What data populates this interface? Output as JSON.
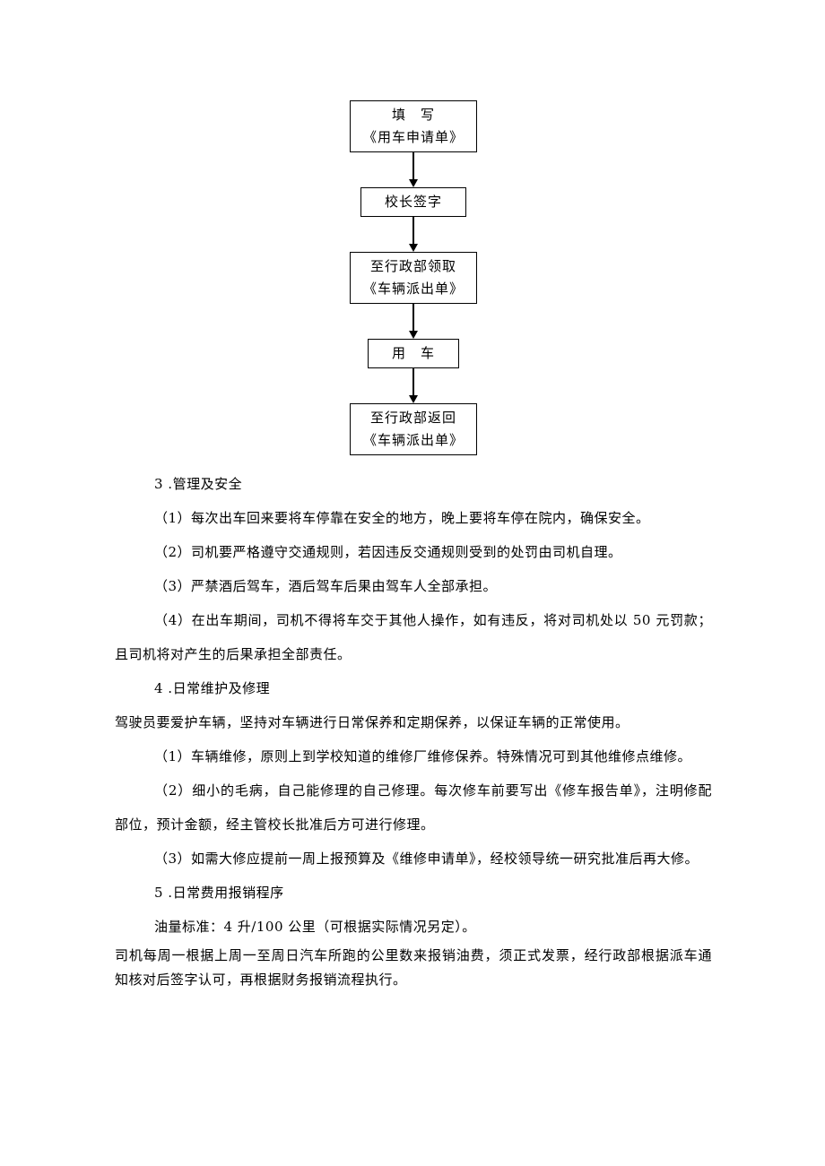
{
  "flowchart": {
    "nodes": [
      {
        "name": "fill-application-form",
        "lines": [
          "填　写",
          "《用车申请单》"
        ],
        "single": false
      },
      {
        "name": "principal-signature",
        "lines": [
          "校长签字"
        ],
        "single": true
      },
      {
        "name": "get-dispatch-form",
        "lines": [
          "至行政部领取",
          "《车辆派出单》"
        ],
        "single": false
      },
      {
        "name": "use-vehicle",
        "lines": [
          "用　车"
        ],
        "single": true
      },
      {
        "name": "return-dispatch-form",
        "lines": [
          "至行政部返回",
          "《车辆派出单》"
        ],
        "single": false
      }
    ]
  },
  "document": {
    "paragraphs": [
      {
        "text": "3 .管理及安全",
        "indent": true,
        "tight": false
      },
      {
        "text": "（1）每次出车回来要将车停靠在安全的地方，晚上要将车停在院内，确保安全。",
        "indent": true,
        "tight": false
      },
      {
        "text": "（2）司机要严格遵守交通规则，若因违反交通规则受到的处罚由司机自理。",
        "indent": true,
        "tight": false
      },
      {
        "text": "（3）严禁酒后驾车，酒后驾车后果由驾车人全部承担。",
        "indent": true,
        "tight": false
      },
      {
        "text": "（4）在出车期间，司机不得将车交于其他人操作，如有违反，将对司机处以 50 元罚款；且司机将对产生的后果承担全部责任。",
        "indent": true,
        "tight": false
      },
      {
        "text": "4 .日常维护及修理",
        "indent": true,
        "tight": false
      },
      {
        "text": "驾驶员要爱护车辆，坚持对车辆进行日常保养和定期保养，以保证车辆的正常使用。",
        "indent": false,
        "tight": false
      },
      {
        "text": "（1）车辆维修，原则上到学校知道的维修厂维修保养。特殊情况可到其他维修点维修。",
        "indent": true,
        "tight": false
      },
      {
        "text": "（2）细小的毛病，自己能修理的自己修理。每次修车前要写出《修车报告单》，注明修配部位，预计金额，经主管校长批准后方可进行修理。",
        "indent": true,
        "tight": false
      },
      {
        "text": "（3）如需大修应提前一周上报预算及《维修申请单》，经校领导统一研究批准后再大修。",
        "indent": true,
        "tight": false
      },
      {
        "text": "5 .日常费用报销程序",
        "indent": true,
        "tight": false
      },
      {
        "text": "油量标准：4 升/100 公里（可根据实际情况另定）。",
        "indent": true,
        "tight": false
      },
      {
        "text": "司机每周一根据上周一至周日汽车所跑的公里数来报销油费，须正式发票，经行政部根据派车通知核对后签字认可，再根据财务报销流程执行。",
        "indent": false,
        "tight": true
      }
    ]
  }
}
